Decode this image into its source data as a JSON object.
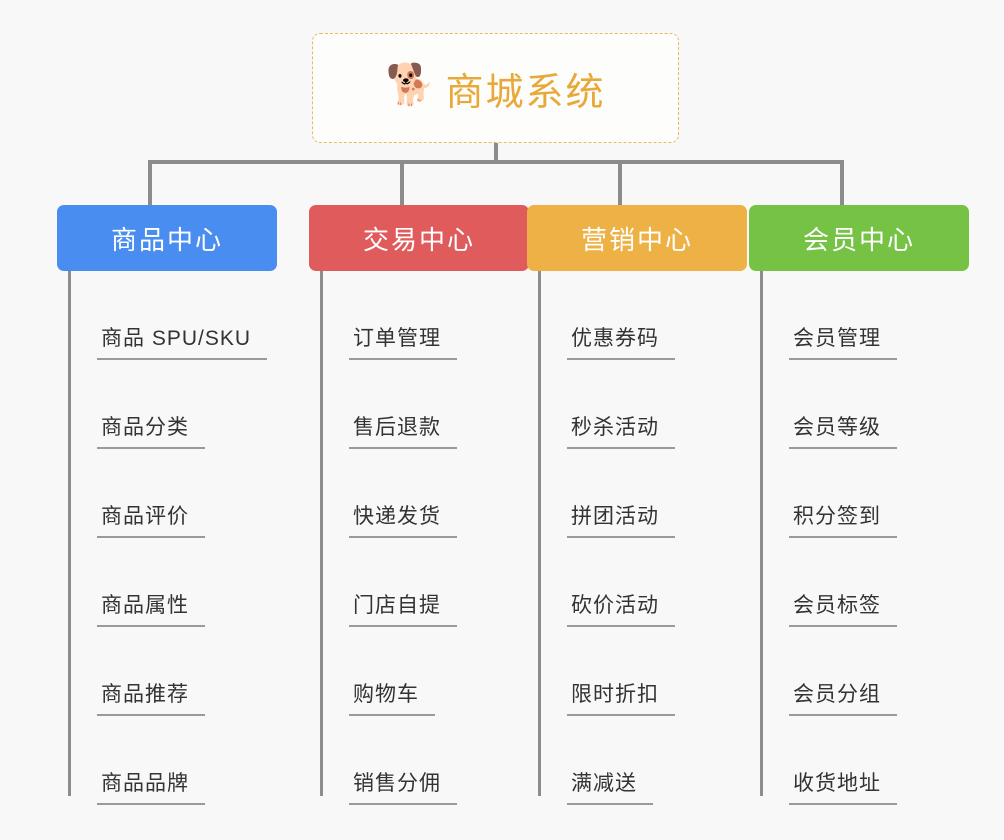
{
  "page": {
    "background_color": "#f8f8f8",
    "type": "org-chart"
  },
  "root": {
    "icon": "shiba-dog-emoji",
    "emoji": "🐕",
    "title": "商城系统",
    "title_color": "#e8a93a",
    "border_color": "#e9b95d",
    "background_color": "#fdfdfb"
  },
  "connector": {
    "color": "#8c8c8c"
  },
  "columns": [
    {
      "id": "product-center",
      "label": "商品中心",
      "color": "#4a8df0",
      "items": [
        {
          "label": "商品 SPU/SKU"
        },
        {
          "label": "商品分类"
        },
        {
          "label": "商品评价"
        },
        {
          "label": "商品属性"
        },
        {
          "label": "商品推荐"
        },
        {
          "label": "商品品牌"
        }
      ]
    },
    {
      "id": "trade-center",
      "label": "交易中心",
      "color": "#e05c5c",
      "items": [
        {
          "label": "订单管理"
        },
        {
          "label": "售后退款"
        },
        {
          "label": "快递发货"
        },
        {
          "label": "门店自提"
        },
        {
          "label": "购物车"
        },
        {
          "label": "销售分佣"
        }
      ]
    },
    {
      "id": "marketing-center",
      "label": "营销中心",
      "color": "#eeb145",
      "items": [
        {
          "label": "优惠券码"
        },
        {
          "label": "秒杀活动"
        },
        {
          "label": "拼团活动"
        },
        {
          "label": "砍价活动"
        },
        {
          "label": "限时折扣"
        },
        {
          "label": "满减送"
        }
      ]
    },
    {
      "id": "member-center",
      "label": "会员中心",
      "color": "#76c245",
      "items": [
        {
          "label": "会员管理"
        },
        {
          "label": "会员等级"
        },
        {
          "label": "积分签到"
        },
        {
          "label": "会员标签"
        },
        {
          "label": "会员分组"
        },
        {
          "label": "收货地址"
        }
      ]
    }
  ]
}
